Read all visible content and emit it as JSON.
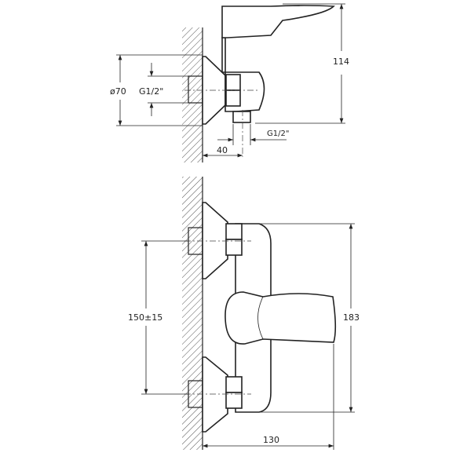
{
  "drawing": {
    "side_view": {
      "flange_diameter": "ø70",
      "inlet_thread": "G1/2\"",
      "height": "114",
      "wall_offset": "40",
      "outlet_thread": "G1/2\""
    },
    "front_view": {
      "inlet_spacing": "150±15",
      "height": "183",
      "projection": "130"
    }
  }
}
